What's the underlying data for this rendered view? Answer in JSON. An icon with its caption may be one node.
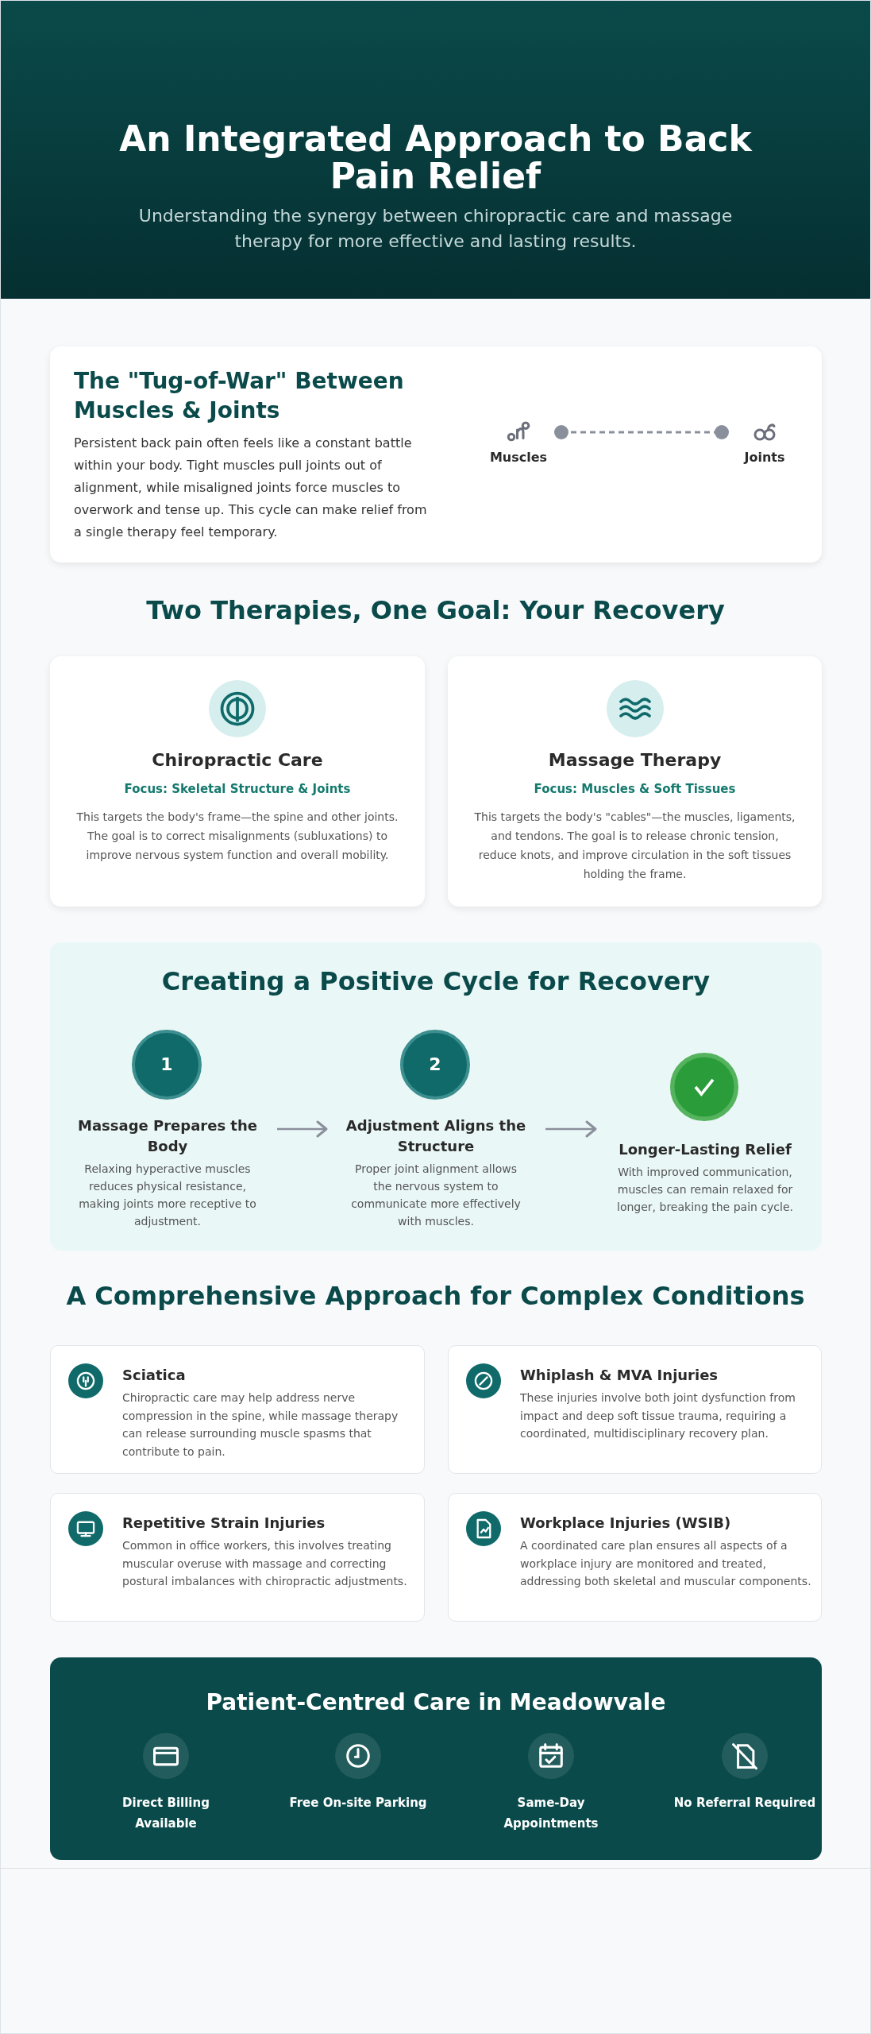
{
  "diagram": {
    "title": "An Integrated Approach to Back Pain Relief",
    "nodes": [
      {
        "text": [
          "The \"Tug-of-War\" Between Muscles & Joints",
          "Persistent back pain often feels like a constant battle within your body. Tight muscles pull joints out of alignment, while misaligned joints force muscles to overwork and tense up. This cycle can make relief from a single therapy feel temporary."
        ]
      },
      {
        "text": [
          "Muscles"
        ],
        "in": 0
      },
      {
        "text": [
          "Joints"
        ],
        "in": 0
      },
      {
        "text": [
          "Chiropractic Care",
          "Focus: Skeletal Structure & Joints",
          "This targets the body's frame—the spine and other joints. The goal is to correct misalignments (subluxations) to improve nervous system function and overall mobility."
        ]
      },
      {
        "text": [
          "Massage Therapy",
          "Focus: Muscles & Soft Tissues",
          "This targets the body's \"cables\"—the muscles, ligaments, and tendons. The goal is to release chronic tension, reduce knots, and improve circulation in the soft tissues holding the frame."
        ]
      },
      {
        "text": [
          "Creating a Positive Cycle for Recovery"
        ]
      },
      {
        "text": [
          "1",
          "Massage Prepares the Body",
          "Relaxing hyperactive muscles reduces physical resistance, making joints more receptive to adjustment."
        ],
        "in": 5
      },
      {
        "text": [
          "2",
          "Adjustment Aligns the Structure",
          "Proper joint alignment allows the nervous system to communicate more effectively with muscles."
        ],
        "in": 5
      },
      {
        "text": [
          "Longer-Lasting Relief",
          "With improved communication, muscles can remain relaxed for longer, breaking the pain cycle."
        ],
        "in": 5
      },
      {
        "text": [
          "Sciatica",
          "Chiropractic care may help address nerve compression in the spine, while massage therapy can release surrounding muscle spasms that contribute to pain."
        ]
      },
      {
        "text": [
          "Whiplash & MVA Injuries",
          "These injuries involve both joint dysfunction from impact and deep soft tissue trauma, requiring a coordinated, multidisciplinary recovery plan."
        ]
      },
      {
        "text": [
          "Repetitive Strain Injuries",
          "Common in office workers, this involves treating muscular overuse with massage and correcting postural imbalances with chiropractic adjustments."
        ]
      },
      {
        "text": [
          "Workplace Injuries (WSIB)",
          "A coordinated care plan ensures all aspects of a workplace injury are monitored and treated, addressing both skeletal and muscular components."
        ]
      },
      {
        "text": [
          "Patient-Centred Care in Meadowvale"
        ]
      },
      {
        "text": [
          "Direct Billing Available"
        ],
        "in": 13
      },
      {
        "text": [
          "Free On-site Parking"
        ],
        "in": 13
      },
      {
        "text": [
          "Same-Day Appointments"
        ],
        "in": 13
      },
      {
        "text": [
          "No Referral Required"
        ],
        "in": 13
      }
    ],
    "edges": [
      {
        "from": 1,
        "to": 2,
        "arrow": "other",
        "style": "dashed"
      },
      {
        "from": 6,
        "to": 7,
        "arrow": "to"
      },
      {
        "from": 7,
        "to": 8,
        "arrow": "to"
      }
    ],
    "labels": [
      "Understanding the synergy between chiropractic care and massage therapy for more effective and lasting results.",
      "Two Therapies, One Goal: Your Recovery",
      "A Comprehensive Approach for Complex Conditions"
    ]
  }
}
